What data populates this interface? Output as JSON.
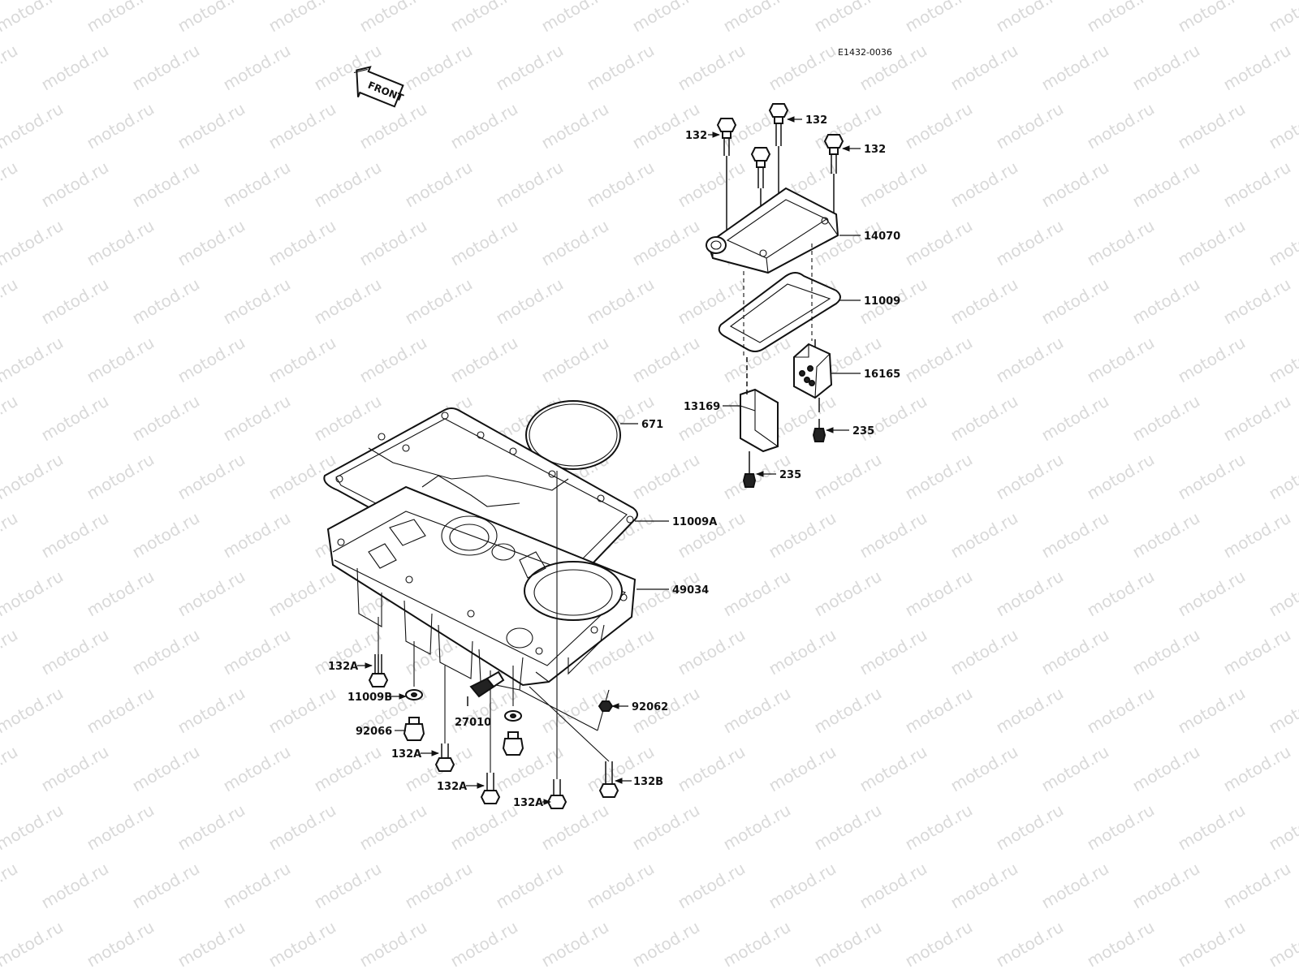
{
  "diagram_code": "E1432-0036",
  "direction_label": "FRONT",
  "watermark": "motod.ru",
  "parts": {
    "p132_a": "132",
    "p132_b": "132",
    "p132_c": "132",
    "p14070": "14070",
    "p11009": "11009",
    "p16165": "16165",
    "p13169": "13169",
    "p235_a": "235",
    "p235_b": "235",
    "p671": "671",
    "p11009A": "11009A",
    "p49034": "49034",
    "p132A_a": "132A",
    "p11009B": "11009B",
    "p92066": "92066",
    "p27010": "27010",
    "p92062": "92062",
    "p132A_b": "132A",
    "p132A_c": "132A",
    "p132A_d": "132A",
    "p132B": "132B"
  }
}
